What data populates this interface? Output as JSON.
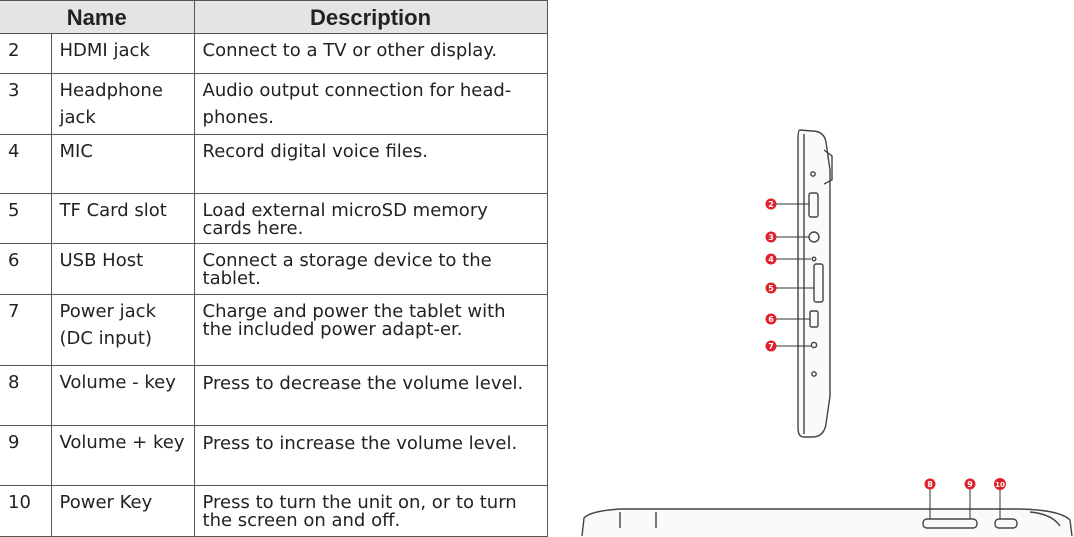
{
  "table": {
    "headers": [
      "Name",
      "Description"
    ],
    "rows": [
      {
        "num": "2",
        "name": "HDMI jack",
        "desc": "Connect to a TV or other display."
      },
      {
        "num": "3",
        "name": "Headphone jack",
        "desc": "Audio output connection for head-phones."
      },
      {
        "num": "4",
        "name": "MIC",
        "desc": "Record digital voice files."
      },
      {
        "num": "5",
        "name": "TF Card slot",
        "desc": "Load external microSD memory cards here."
      },
      {
        "num": "6",
        "name": "USB Host",
        "desc": "Connect a storage device to the tablet."
      },
      {
        "num": "7",
        "name": "Power jack (DC input)",
        "desc": "Charge and power the tablet with the included power adapt-er."
      },
      {
        "num": "8",
        "name": "Volume - key",
        "desc": "Press to decrease the volume level."
      },
      {
        "num": "9",
        "name": "Volume + key",
        "desc": "Press to increase the volume level."
      },
      {
        "num": "10",
        "name": "Power Key",
        "desc": "Press to turn the unit on, or to turn the screen on and off."
      }
    ]
  },
  "figure": {
    "side_callouts": [
      "2",
      "3",
      "4",
      "5",
      "6",
      "7"
    ],
    "top_callouts": [
      "8",
      "9",
      "10"
    ],
    "callout_color": "#e0202a"
  }
}
